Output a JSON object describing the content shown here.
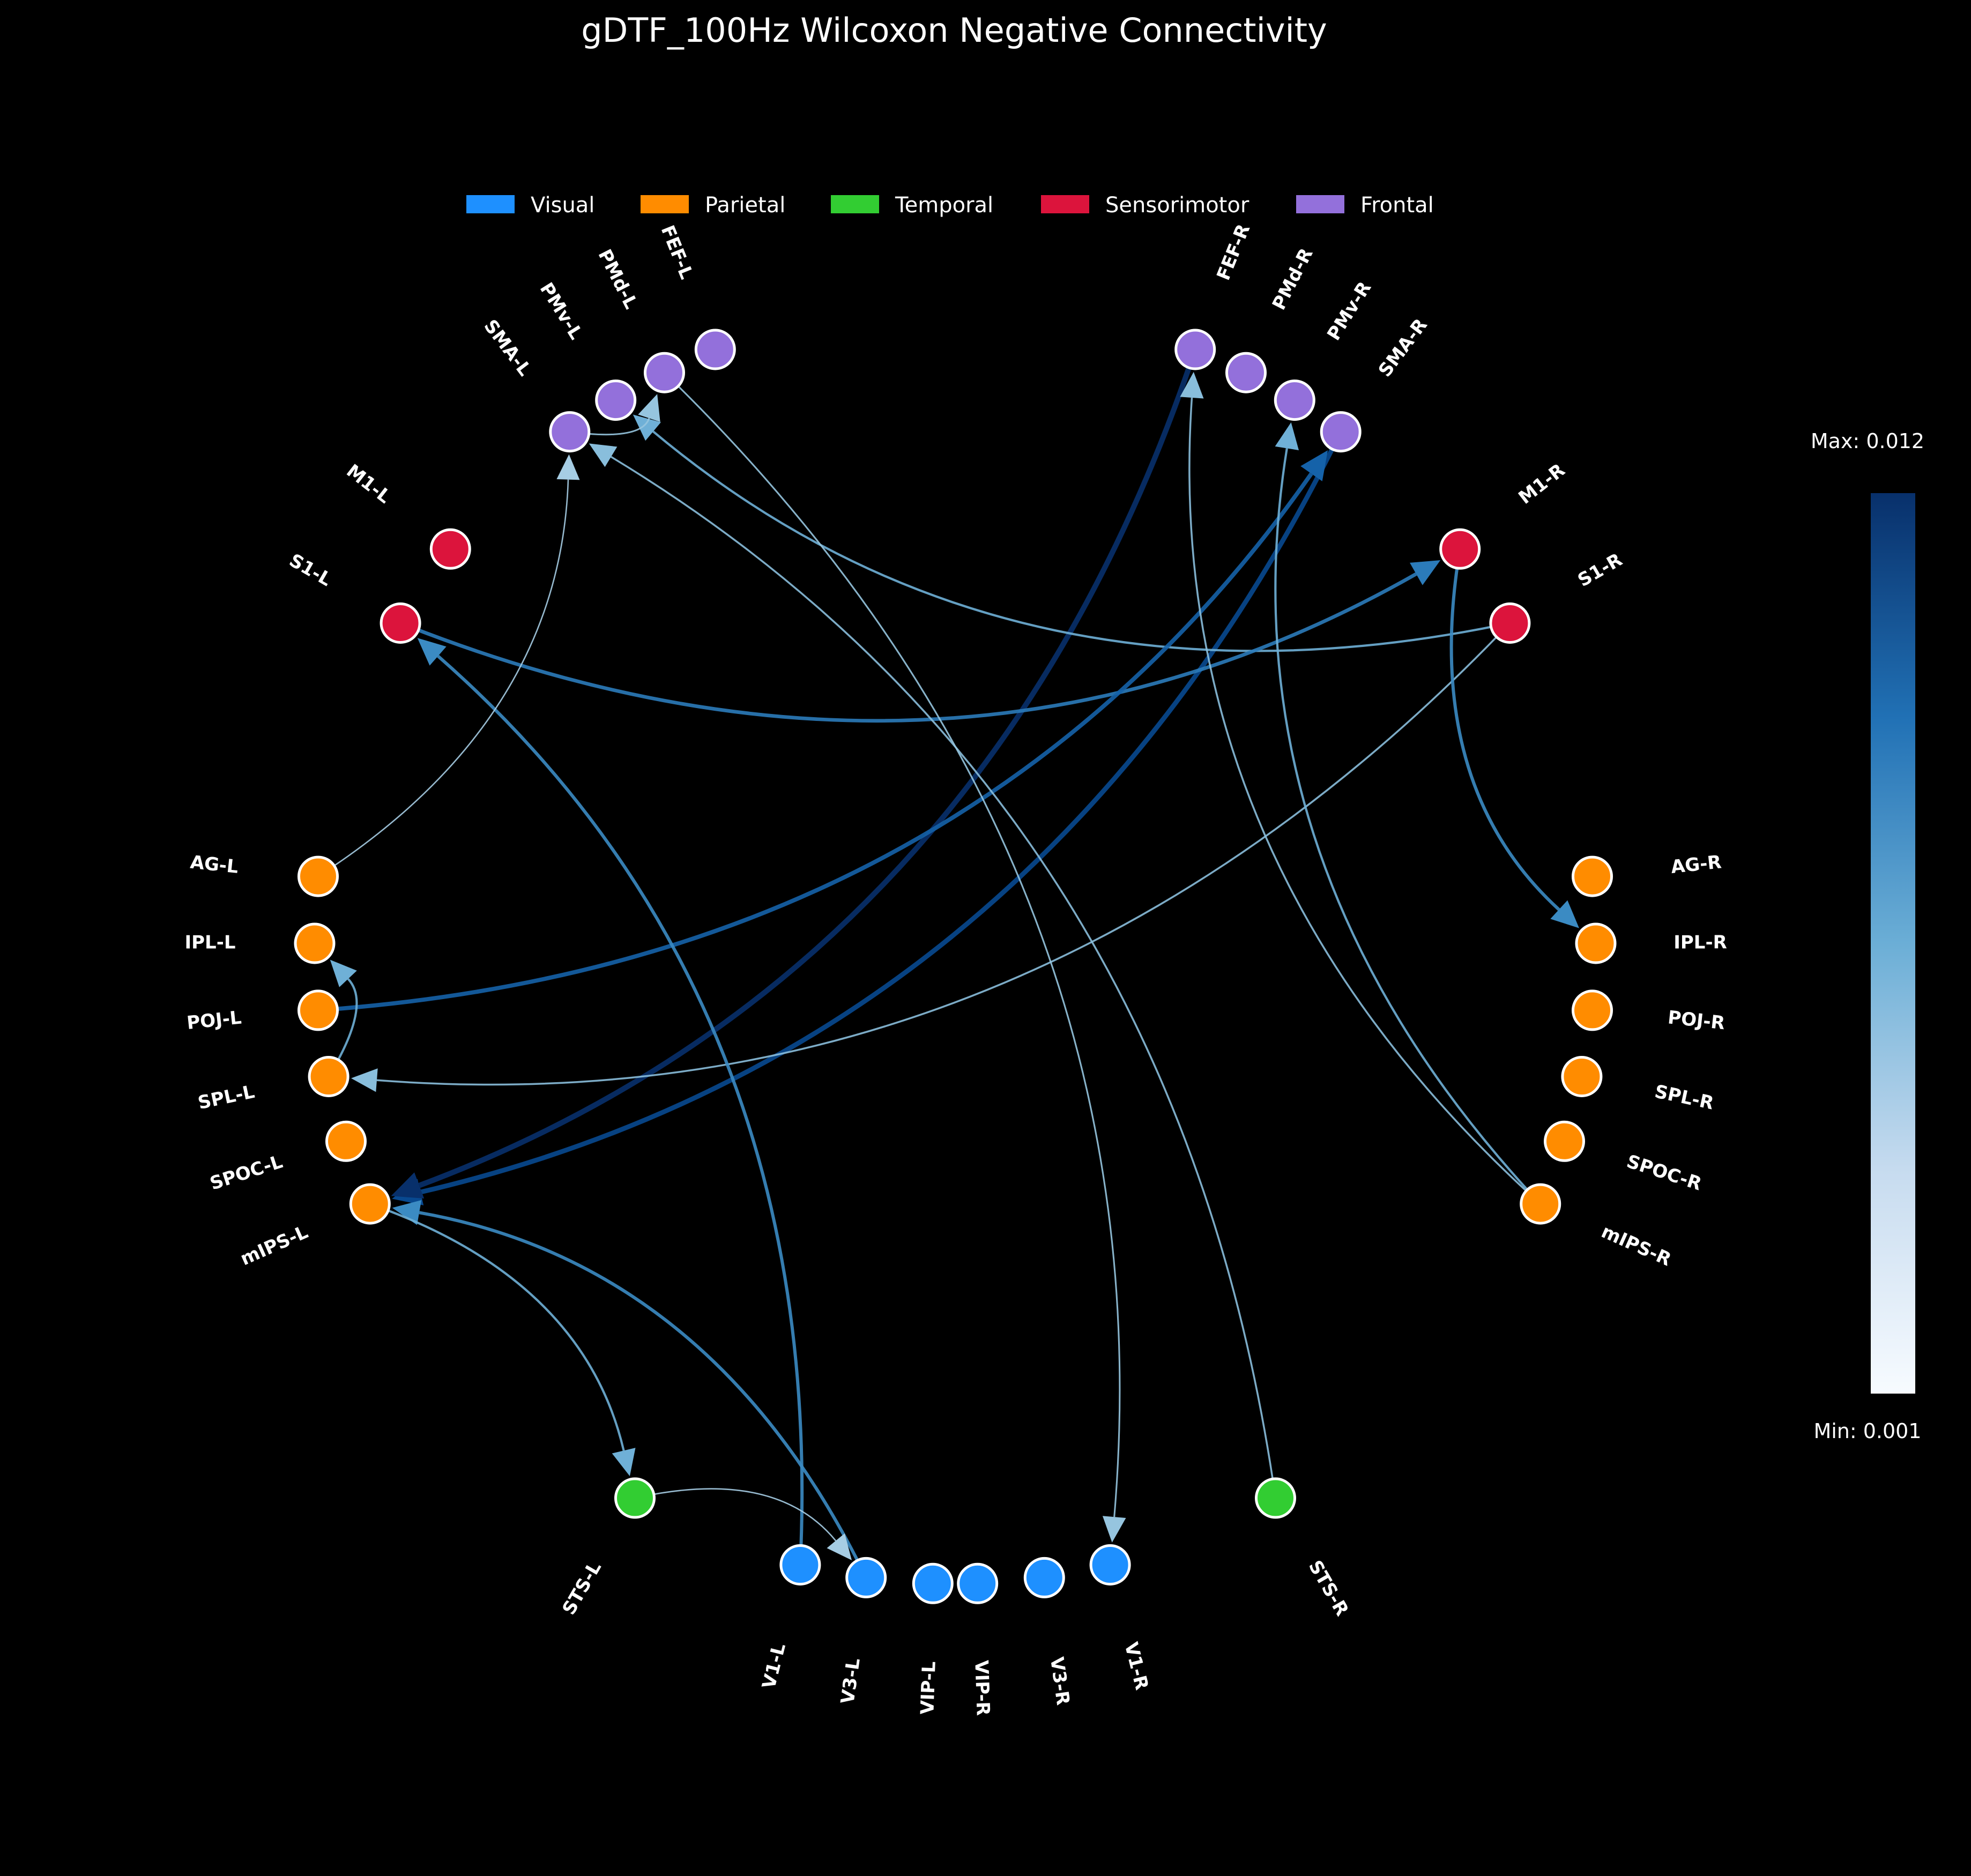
{
  "title": "gDTF_100Hz Wilcoxon Negative Connectivity",
  "legend": [
    {
      "name": "Visual",
      "color": "#1e90ff"
    },
    {
      "name": "Parietal",
      "color": "#ff8c00"
    },
    {
      "name": "Temporal",
      "color": "#32cd32"
    },
    {
      "name": "Sensorimotor",
      "color": "#dc143c"
    },
    {
      "name": "Frontal",
      "color": "#9370db"
    }
  ],
  "colorbar": {
    "max_label": "Max: 0.012",
    "min_label": "Min: 0.001",
    "max": 0.012,
    "min": 0.001,
    "colormap": "Blues"
  },
  "nodes": [
    {
      "id": "FEF-L",
      "group": "Frontal"
    },
    {
      "id": "PMd-L",
      "group": "Frontal"
    },
    {
      "id": "PMv-L",
      "group": "Frontal"
    },
    {
      "id": "SMA-L",
      "group": "Frontal"
    },
    {
      "id": "M1-L",
      "group": "Sensorimotor"
    },
    {
      "id": "S1-L",
      "group": "Sensorimotor"
    },
    {
      "id": "AG-L",
      "group": "Parietal"
    },
    {
      "id": "IPL-L",
      "group": "Parietal"
    },
    {
      "id": "POJ-L",
      "group": "Parietal"
    },
    {
      "id": "SPL-L",
      "group": "Parietal"
    },
    {
      "id": "SPOC-L",
      "group": "Parietal"
    },
    {
      "id": "mIPS-L",
      "group": "Parietal"
    },
    {
      "id": "STS-L",
      "group": "Temporal"
    },
    {
      "id": "V1-L",
      "group": "Visual"
    },
    {
      "id": "V3-L",
      "group": "Visual"
    },
    {
      "id": "VIP-L",
      "group": "Visual"
    },
    {
      "id": "FEF-R",
      "group": "Frontal"
    },
    {
      "id": "PMd-R",
      "group": "Frontal"
    },
    {
      "id": "PMv-R",
      "group": "Frontal"
    },
    {
      "id": "SMA-R",
      "group": "Frontal"
    },
    {
      "id": "M1-R",
      "group": "Sensorimotor"
    },
    {
      "id": "S1-R",
      "group": "Sensorimotor"
    },
    {
      "id": "AG-R",
      "group": "Parietal"
    },
    {
      "id": "IPL-R",
      "group": "Parietal"
    },
    {
      "id": "POJ-R",
      "group": "Parietal"
    },
    {
      "id": "SPL-R",
      "group": "Parietal"
    },
    {
      "id": "SPOC-R",
      "group": "Parietal"
    },
    {
      "id": "mIPS-R",
      "group": "Parietal"
    },
    {
      "id": "STS-R",
      "group": "Temporal"
    },
    {
      "id": "V1-R",
      "group": "Visual"
    },
    {
      "id": "V3-R",
      "group": "Visual"
    },
    {
      "id": "VIP-R",
      "group": "Visual"
    }
  ],
  "connections": [
    {
      "source": "SMA-R",
      "target": "mIPS-L",
      "value": 0.0105
    },
    {
      "source": "FEF-R",
      "target": "mIPS-L",
      "value": 0.012
    },
    {
      "source": "S1-R",
      "target": "PMv-L",
      "value": 0.004
    },
    {
      "source": "S1-L",
      "target": "M1-R",
      "value": 0.0075
    },
    {
      "source": "POJ-L",
      "target": "SMA-R",
      "value": 0.009
    },
    {
      "source": "S1-R",
      "target": "SPL-L",
      "value": 0.003
    },
    {
      "source": "STS-R",
      "target": "SMA-L",
      "value": 0.003
    },
    {
      "source": "PMd-L",
      "target": "V1-R",
      "value": 0.0025
    },
    {
      "source": "M1-R",
      "target": "IPL-R",
      "value": 0.0065
    },
    {
      "source": "mIPS-R",
      "target": "FEF-R",
      "value": 0.003
    },
    {
      "source": "mIPS-R",
      "target": "PMv-R",
      "value": 0.004
    },
    {
      "source": "V1-L",
      "target": "S1-L",
      "value": 0.0065
    },
    {
      "source": "V3-L",
      "target": "mIPS-L",
      "value": 0.0065
    },
    {
      "source": "mIPS-L",
      "target": "STS-L",
      "value": 0.004
    },
    {
      "source": "STS-L",
      "target": "V3-L",
      "value": 0.0018
    },
    {
      "source": "AG-L",
      "target": "SMA-L",
      "value": 0.0018
    },
    {
      "source": "SMA-L",
      "target": "PMd-L",
      "value": 0.0025
    },
    {
      "source": "SPL-L",
      "target": "IPL-L",
      "value": 0.004
    }
  ]
}
